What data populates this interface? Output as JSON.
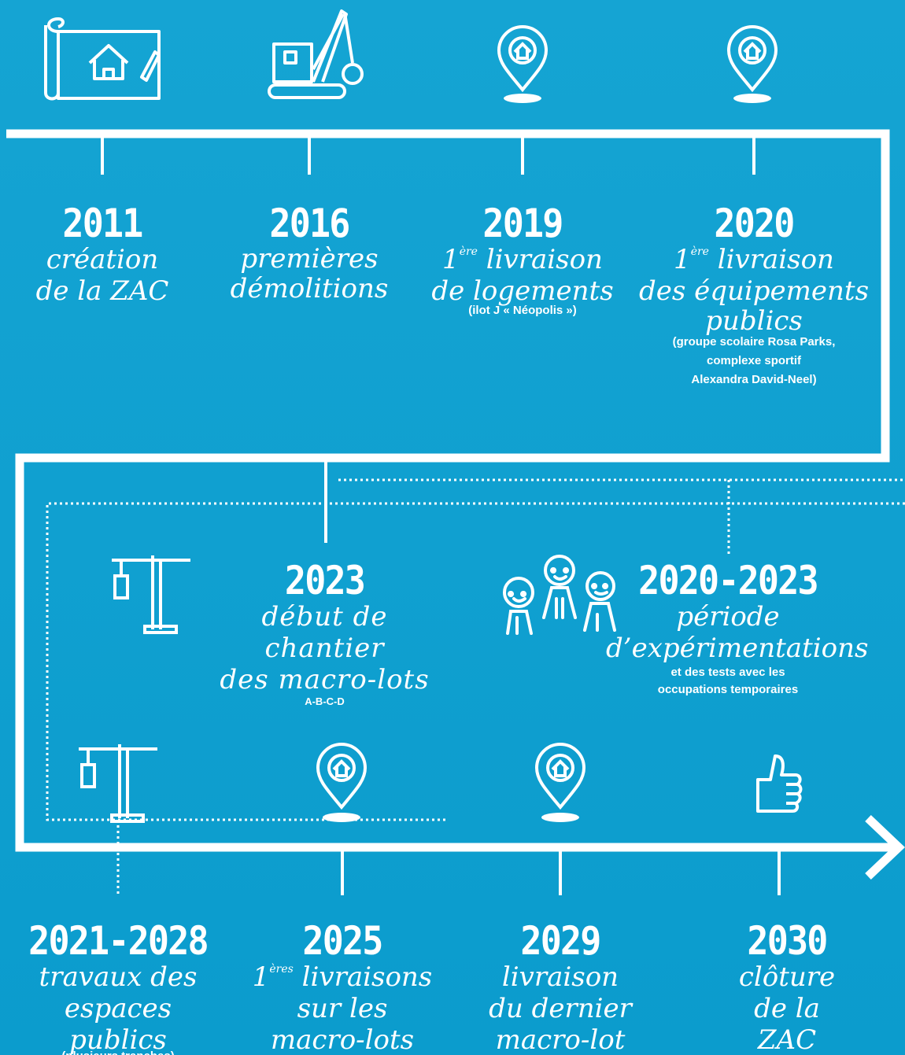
{
  "events": [
    {
      "id": "e2011",
      "year": "2011",
      "ord": "",
      "desc": [
        "création",
        "de la ZAC"
      ],
      "note": []
    },
    {
      "id": "e2016",
      "year": "2016",
      "ord": "",
      "desc": [
        "premières",
        "démolitions"
      ],
      "note": []
    },
    {
      "id": "e2019",
      "year": "2019",
      "ord": "ère",
      "desc": [
        " livraison",
        "de logements"
      ],
      "note": [
        "(ilot J « Néopolis »)"
      ]
    },
    {
      "id": "e2020",
      "year": "2020",
      "ord": "ère",
      "desc": [
        " livraison",
        "des équipements",
        "publics"
      ],
      "note": [
        "(groupe scolaire Rosa Parks,",
        "complexe sportif",
        "Alexandra David-Neel)"
      ]
    },
    {
      "id": "e2023",
      "year": "2023",
      "ord": "",
      "desc": [
        "début de chantier",
        "des macro-lots"
      ],
      "note": [
        "A-B-C-D"
      ]
    },
    {
      "id": "e2020_2023",
      "year": "2020-2023",
      "ord": "",
      "desc": [
        "période",
        "d’expérimentations"
      ],
      "note": [
        "et des tests avec les",
        "occupations temporaires"
      ]
    },
    {
      "id": "e2021_2028",
      "year": "2021-2028",
      "ord": "",
      "desc": [
        "travaux des",
        "espaces publics"
      ],
      "note": [
        "(plusieurs tranches)"
      ]
    },
    {
      "id": "e2025",
      "year": "2025",
      "ord": "ères",
      "desc": [
        " livraisons",
        "sur les",
        "macro-lots"
      ],
      "note": []
    },
    {
      "id": "e2029",
      "year": "2029",
      "ord": "",
      "desc": [
        "livraison",
        "du dernier",
        "macro-lot"
      ],
      "note": []
    },
    {
      "id": "e2030",
      "year": "2030",
      "ord": "",
      "desc": [
        "clôture",
        "de la",
        "ZAC"
      ],
      "note": []
    }
  ],
  "icons": [
    "blueprint-house-icon",
    "demolition-crane-icon",
    "location-pin-house-icon",
    "location-pin-house-icon",
    "tower-crane-icon",
    "people-group-icon",
    "tower-crane-icon",
    "location-pin-house-icon",
    "location-pin-house-icon",
    "thumbs-up-icon"
  ],
  "colors": {
    "background": "#0e9fcf",
    "line": "#ffffff"
  }
}
